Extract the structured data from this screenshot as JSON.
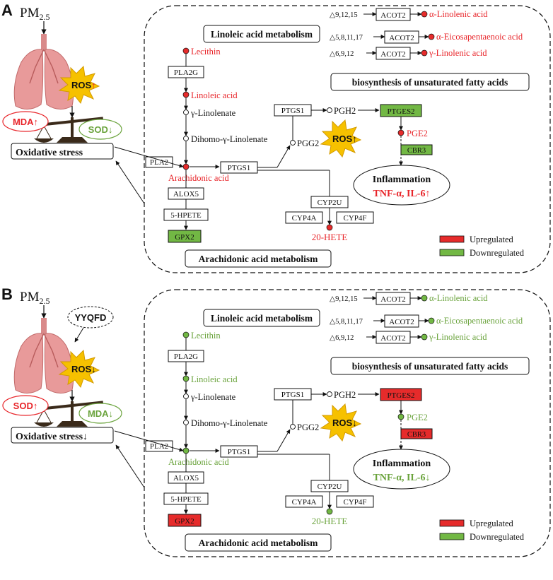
{
  "colors": {
    "up": "#e8252a",
    "down": "#6aa33c",
    "upFill": "#e62b2b",
    "downFill": "#72b844",
    "ros": "#f6c100",
    "black": "#111111"
  },
  "panels": [
    {
      "letter": "A",
      "pm": "PM",
      "pm_sub": "2.5",
      "ros": "ROS",
      "ros_arrow": "↑",
      "left_badge": "MDA",
      "left_badge_arrow": "↑",
      "right_badge": "SOD",
      "right_badge_arrow": "↓",
      "oxidative": "Oxidative stress",
      "oxidative_arrow": "",
      "linoleic_meta": "Linoleic acid metabolism",
      "arach_meta": "Arachidonic acid metabolism",
      "biosynth": "biosynthesis of unsaturated fatty acids",
      "lecithin": "Lecithin",
      "pla2g": "PLA2G",
      "linoleic": "Linoleic acid",
      "gamma_lin": "γ-Linolenate",
      "dihomo": "Dihomo-γ-Linolenate",
      "pla2": "PLA2",
      "arach": "Arachidonic acid",
      "ptgs1_a": "PTGS1",
      "ptgs1_b": "PTGS1",
      "pgh2": "PGH2",
      "pgg2": "PGG2",
      "ptges2": "PTGES2",
      "pge2": "PGE2",
      "cbr3": "CBR3",
      "inflam": "Inflammation",
      "tnf": "TNF-α, IL-6",
      "tnf_arrow": "↑",
      "alox5": "ALOX5",
      "hpete": "5-HPETE",
      "gpx2": "GPX2",
      "cyp2u": "CYP2U",
      "cyp4a": "CYP4A",
      "cyp4f": "CYP4F",
      "hete": "20-HETE",
      "acot": [
        {
          "delta": "△9,12,15",
          "enzyme": "ACOT2",
          "product": "α-Linolenic acid"
        },
        {
          "delta": "△5,8,11,17",
          "enzyme": "ACOT2",
          "product": "α-Eicosapentaenoic acid"
        },
        {
          "delta": "△6,9,12",
          "enzyme": "ACOT2",
          "product": "γ-Linolenic acid"
        }
      ],
      "legend_up": "Upregulated",
      "legend_down": "Downregulated",
      "yyqfd": ""
    },
    {
      "letter": "B",
      "pm": "PM",
      "pm_sub": "2.5",
      "ros": "ROS",
      "ros_arrow": "↓",
      "left_badge": "SOD",
      "left_badge_arrow": "↑",
      "right_badge": "MDA",
      "right_badge_arrow": "↓",
      "oxidative": "Oxidative stress",
      "oxidative_arrow": "↓",
      "linoleic_meta": "Linoleic acid metabolism",
      "arach_meta": "Arachidonic acid metabolism",
      "biosynth": "biosynthesis of unsaturated fatty acids",
      "lecithin": "Lecithin",
      "pla2g": "PLA2G",
      "linoleic": "Linoleic acid",
      "gamma_lin": "γ-Linolenate",
      "dihomo": "Dihomo-γ-Linolenate",
      "pla2": "PLA2",
      "arach": "Arachidonic acid",
      "ptgs1_a": "PTGS1",
      "ptgs1_b": "PTGS1",
      "pgh2": "PGH2",
      "pgg2": "PGG2",
      "ptges2": "PTGES2",
      "pge2": "PGE2",
      "cbr3": "CBR3",
      "inflam": "Inflammation",
      "tnf": "TNF-α, IL-6",
      "tnf_arrow": "↓",
      "alox5": "ALOX5",
      "hpete": "5-HPETE",
      "gpx2": "GPX2",
      "cyp2u": "CYP2U",
      "cyp4a": "CYP4A",
      "cyp4f": "CYP4F",
      "hete": "20-HETE",
      "acot": [
        {
          "delta": "△9,12,15",
          "enzyme": "ACOT2",
          "product": "α-Linolenic acid"
        },
        {
          "delta": "△5,8,11,17",
          "enzyme": "ACOT2",
          "product": "α-Eicosapentaenoic acid"
        },
        {
          "delta": "△6,9,12",
          "enzyme": "ACOT2",
          "product": "γ-Linolenic acid"
        }
      ],
      "legend_up": "Upregulated",
      "legend_down": "Downregulated",
      "yyqfd": "YYQFD"
    }
  ]
}
